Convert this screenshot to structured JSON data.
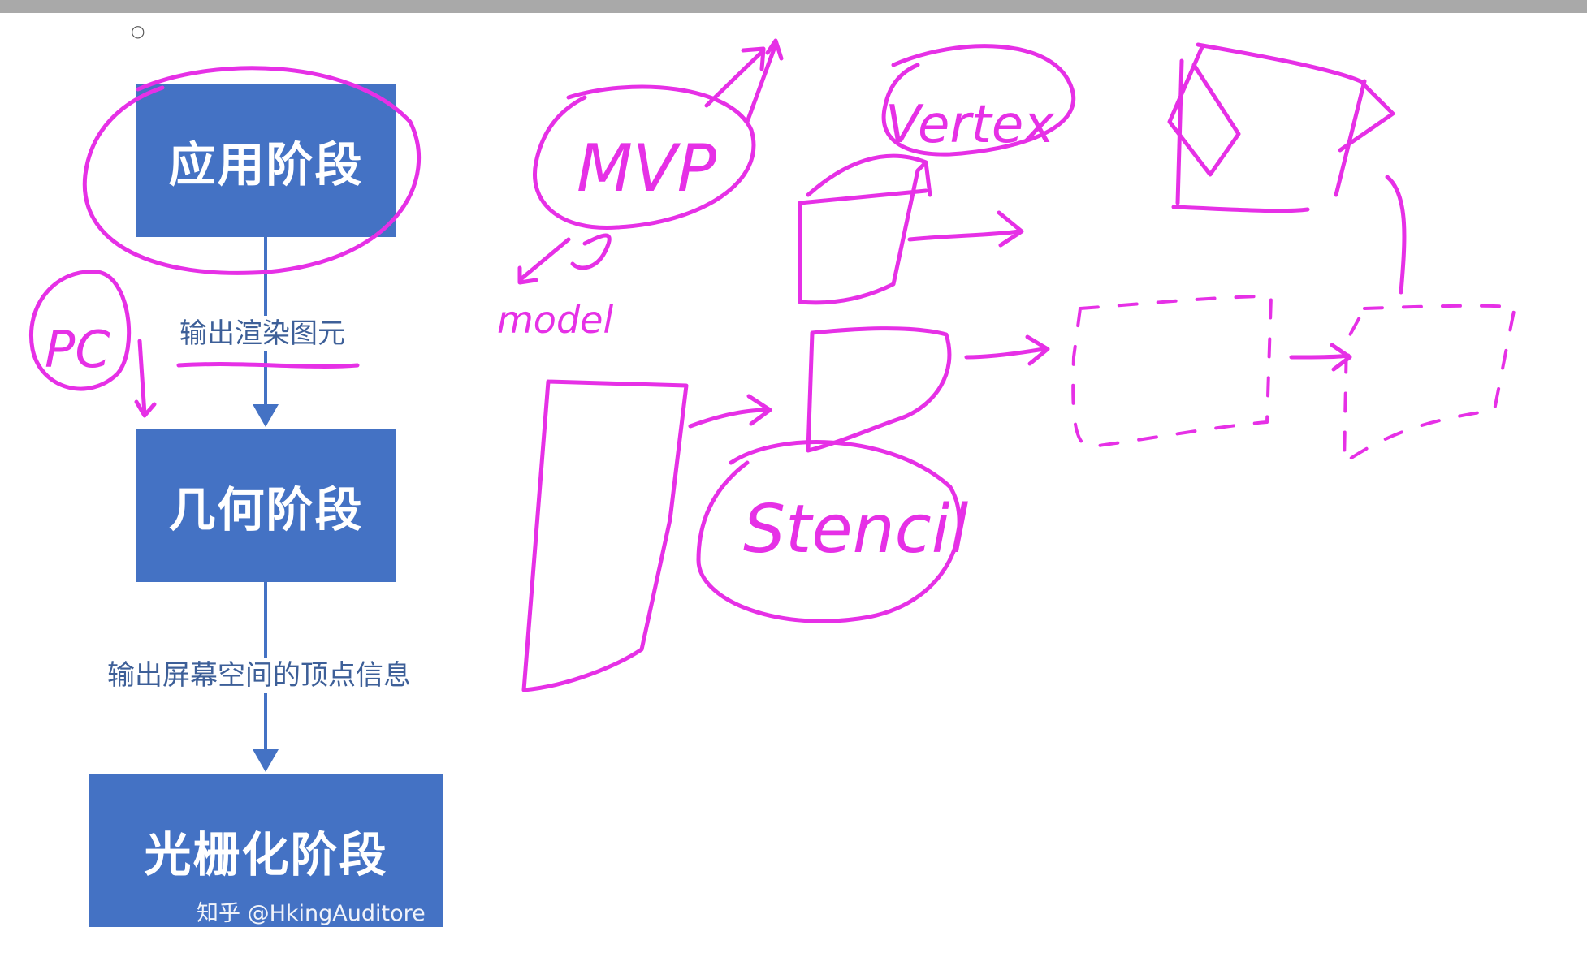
{
  "bullet": "○",
  "stages": [
    {
      "label": "应用阶段"
    },
    {
      "label": "几何阶段"
    },
    {
      "label": "光栅化阶段"
    }
  ],
  "edges": [
    {
      "label": "输出渲染图元"
    },
    {
      "label": "输出屏幕空间的顶点信息"
    }
  ],
  "watermark": "知乎 @HkingAuditore",
  "annotations": {
    "pc": "PC",
    "mvp": "MVP",
    "model": "model",
    "vertex": "Vertex",
    "stencil": "Stencil"
  },
  "colors": {
    "box": "#4472c4",
    "ink": "#e630e6",
    "label_text": "#3d5f98",
    "top_bar": "#a9a9a9"
  }
}
